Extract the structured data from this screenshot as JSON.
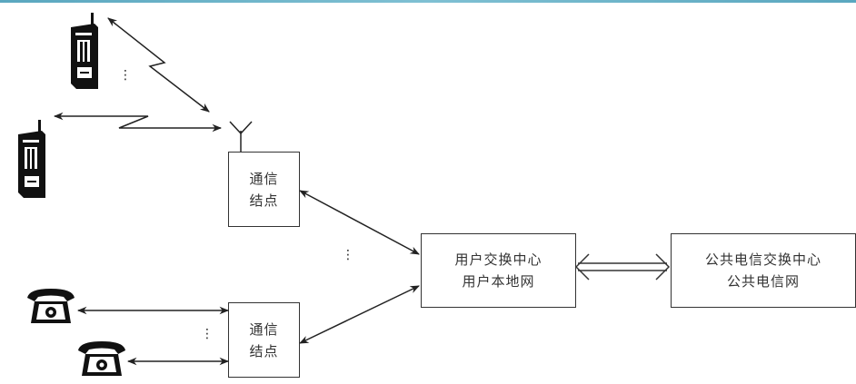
{
  "diagram": {
    "nodes": {
      "node_top": {
        "lines": [
          "通信",
          "结点"
        ]
      },
      "node_bottom": {
        "lines": [
          "通信",
          "结点"
        ]
      },
      "user_switch": {
        "lines": [
          "用户交换中心",
          "用户本地网"
        ]
      },
      "public_switch": {
        "lines": [
          "公共电信交换中心",
          "公共电信网"
        ]
      }
    },
    "devices": {
      "mobile_phones": [
        "mobile-phone-1",
        "mobile-phone-2"
      ],
      "desk_phones": [
        "desk-phone-1",
        "desk-phone-2"
      ]
    },
    "ellipsis": "⋮",
    "edges": [
      {
        "from": "mobile-phone-1",
        "to": "node_top",
        "type": "wireless-bidirectional"
      },
      {
        "from": "mobile-phone-2",
        "to": "node_top",
        "type": "wireless-bidirectional"
      },
      {
        "from": "desk-phone-1",
        "to": "node_bottom",
        "type": "wired-bidirectional"
      },
      {
        "from": "desk-phone-2",
        "to": "node_bottom",
        "type": "wired-bidirectional"
      },
      {
        "from": "node_top",
        "to": "user_switch",
        "type": "bidirectional"
      },
      {
        "from": "node_bottom",
        "to": "user_switch",
        "type": "bidirectional"
      },
      {
        "from": "user_switch",
        "to": "public_switch",
        "type": "double-line-bidirectional"
      }
    ],
    "colors": {
      "stroke": "#222222",
      "text": "#333333",
      "accent_bar": "#6fb4c9"
    }
  }
}
